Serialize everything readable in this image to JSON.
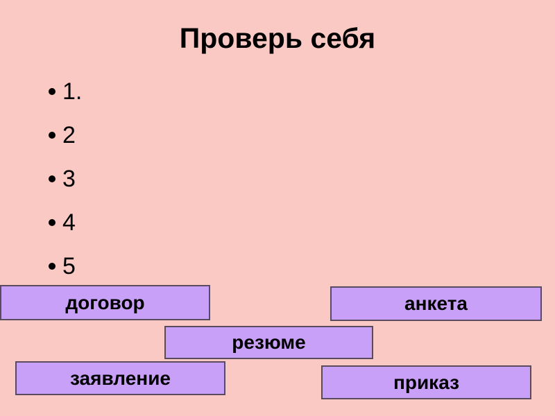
{
  "slide": {
    "title": "Проверь себя",
    "background_color": "#fac9c4",
    "text_color": "#000000"
  },
  "bullet_list": {
    "bullet_glyph": "•",
    "items": [
      {
        "label": "1."
      },
      {
        "label": "2"
      },
      {
        "label": "3"
      },
      {
        "label": "4"
      },
      {
        "label": "5"
      }
    ]
  },
  "word_boxes": {
    "fill_color": "#c9a0f8",
    "border_color": "#5a4a5e",
    "items": [
      {
        "label": "договор"
      },
      {
        "label": "анкета"
      },
      {
        "label": "резюме"
      },
      {
        "label": "заявление"
      },
      {
        "label": "приказ"
      }
    ]
  }
}
